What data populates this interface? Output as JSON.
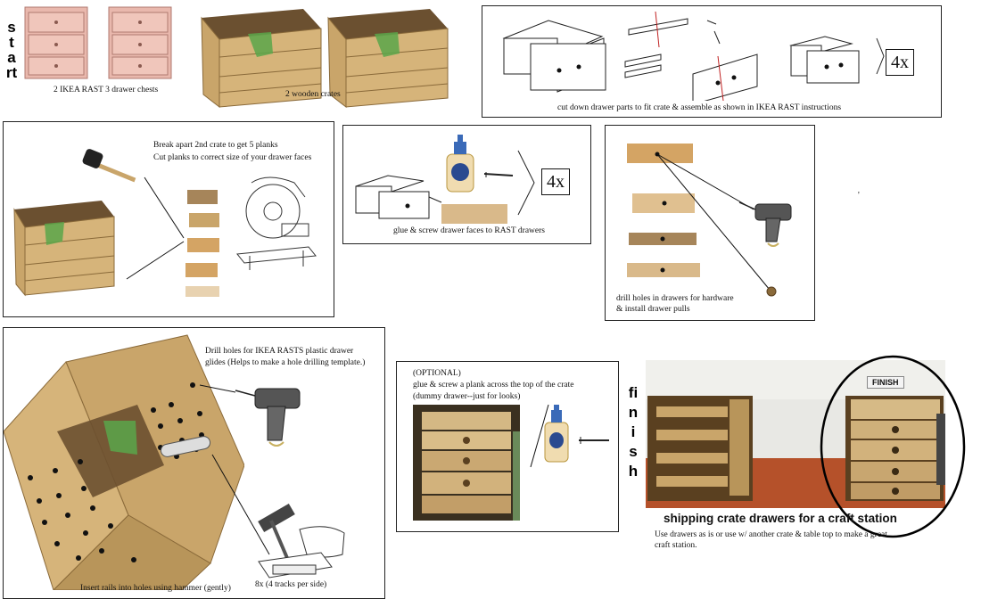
{
  "start_word": "start",
  "finish_word": "finish",
  "step1": {
    "chests_caption": "2 IKEA RAST 3 drawer chests",
    "crates_caption": "2 wooden crates"
  },
  "step2": {
    "caption": "cut down drawer parts to fit crate & assemble as shown in IKEA RAST instructions",
    "multiplier": "4x"
  },
  "step3": {
    "line1": "Break apart 2nd crate to get 5 planks",
    "line2": "Cut planks to correct size of your drawer faces"
  },
  "step4": {
    "caption": "glue & screw drawer faces to RAST drawers",
    "multiplier": "4x"
  },
  "step5": {
    "line1": "drill holes in drawers for hardware",
    "line2": "& install drawer pulls"
  },
  "step6": {
    "line1": "Drill holes for IKEA RASTS plastic drawer",
    "line2": "glides (Helps to make a hole drilling template.)",
    "bottom_caption": "Insert rails into holes using hammer (gently)",
    "tracks_caption": "8x (4 tracks per side)"
  },
  "step7": {
    "line1": "(OPTIONAL)",
    "line2": "glue & screw a plank across the top of the crate",
    "line3": "(dummy drawer--just for looks)"
  },
  "finish": {
    "label": "FINISH",
    "title": "shipping crate drawers for a craft station",
    "line1": "Use drawers as is or use w/ another crate & table top to make a great",
    "line2": "craft station."
  },
  "colors": {
    "wood": "#c9a56a",
    "wood_dark": "#8a6a3a",
    "pink_chest": "#e9b8ad",
    "green_paint": "#5aa64a",
    "glue_bottle": "#f0dcb0",
    "floor": "#b5512a"
  }
}
